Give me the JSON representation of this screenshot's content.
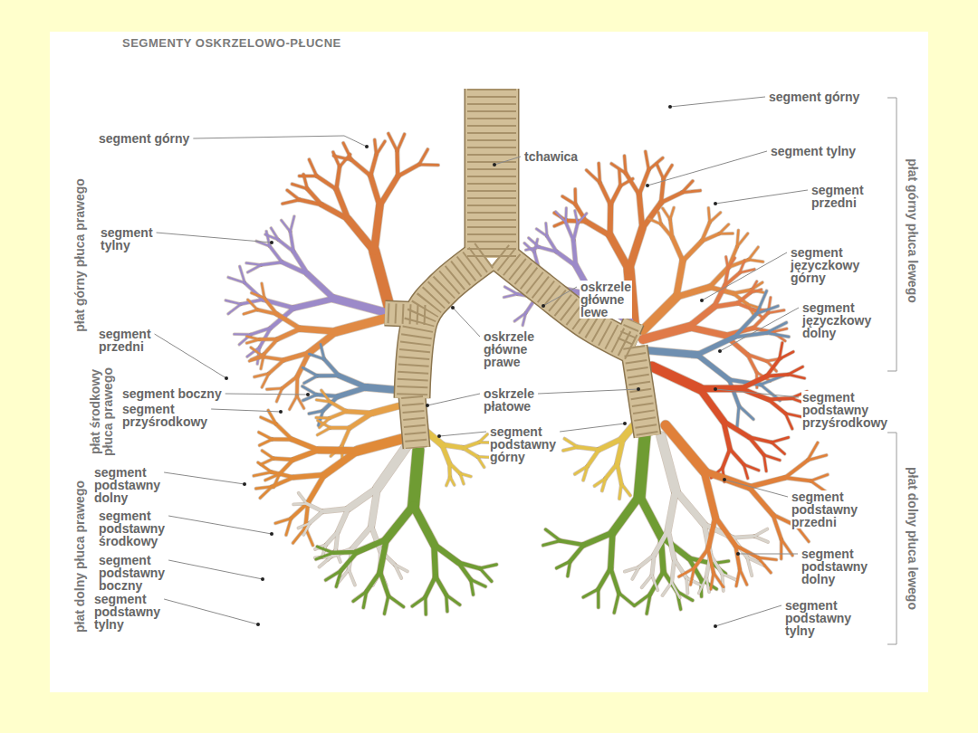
{
  "diagram": {
    "title": "SEGMENTY OSKRZELOWO-PŁUCNE",
    "labels": [
      "płat górny płuca prawego",
      "segment górny",
      "tchawica",
      "segment górny",
      "segment tylny",
      "płat górny płuca lewego",
      "segment przedni",
      "segment tylny",
      "segment języczkowy górny",
      "oskrzele główne lewe",
      "segment przedni",
      "segment języczkowy dolny",
      "oskrzele główne prawe",
      "płat środkowy płuca prawego",
      "segment boczny",
      "segment przyśrodkowy",
      "oskrzele płatowe",
      "segment podstawny przyśrodkowy",
      "segment podstawny górny",
      "płat dolny płuca lewego",
      "segment podstawny dolny",
      "segment podstawny środkowy",
      "segment podstawny przedni",
      "segment podstawny boczny",
      "segment podstawny dolny",
      "segment podstawny tylny",
      "segment podstawny tylny",
      "płat dolny płuca prawego"
    ]
  }
}
